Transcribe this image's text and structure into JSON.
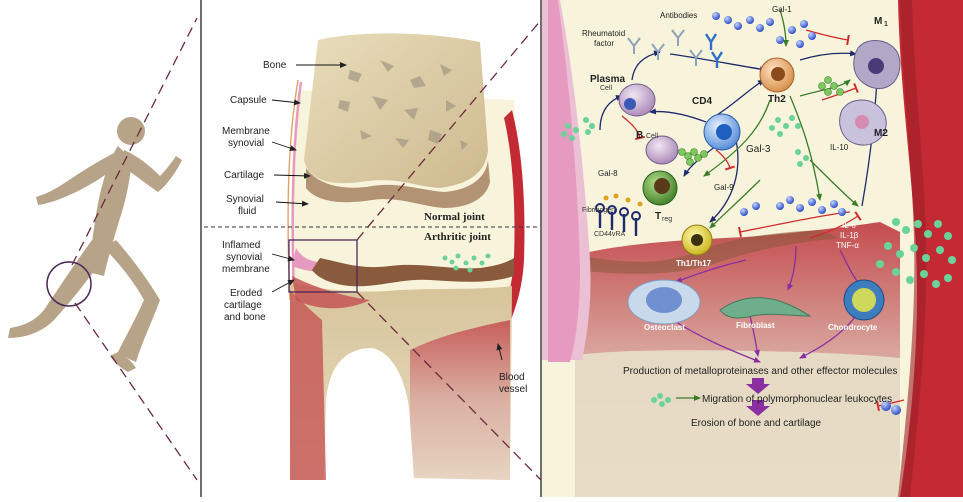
{
  "colors": {
    "bone": "#e0d2ab",
    "bone_shadow": "#c9b68a",
    "synovial_fluid": "#f8f4dc",
    "inflamed": "#b5333b",
    "vessel": "#c42a33",
    "cartilage": "#b29373",
    "membrane_pink": "#e79ac0",
    "arrow_blue": "#1f2a6e",
    "arrow_green": "#3a7d2a",
    "arrow_red": "#d22b2b",
    "arrow_purple": "#8a2fa1",
    "galectin": "#2f4fc7",
    "figure": "#b7a488"
  },
  "middle": {
    "labels": {
      "bone": "Bone",
      "capsule": "Capsule",
      "membrane": [
        "Membrane",
        "synovial"
      ],
      "cartilage": "Cartilage",
      "fluid": [
        "Synovial",
        "fluid"
      ],
      "inflamed": [
        "Inflamed",
        "synovial",
        "membrane"
      ],
      "eroded": [
        "Eroded",
        "cartilage",
        "and bone"
      ],
      "vessel": [
        "Blood",
        "vessel"
      ],
      "normal": "Normal joint",
      "arthritic": "Arthritic joint"
    }
  },
  "right": {
    "labels": {
      "antibodies": "Antibodies",
      "gal1": "Gal-1",
      "rf": [
        "Rheumatoid",
        "factor"
      ],
      "plasma": "Plasma",
      "plasma_sub": "Cell",
      "th2": "Th2",
      "m1": "M",
      "m1_sub": "1",
      "cd4": "CD4",
      "bcell": "B",
      "bcell_sub": "Cell",
      "gal3": "Gal-3",
      "il10": "IL-10",
      "m2": "M2",
      "gal8": "Gal-8",
      "fibrinogen": "Fibrinogen",
      "cd44": "CD44vRA",
      "treg": "T",
      "treg_sub": "reg",
      "gal9": "Gal-9",
      "th1": "Th1/Th17",
      "cytokines": [
        "IL-6",
        "IL-1β",
        "TNF-α"
      ],
      "osteoclast": "Osteoclast",
      "fibroblast": "Fibroblast",
      "chondrocyte": "Chondrocyte",
      "outcome1": "Production of metalloproteinases and other effector molecules",
      "outcome2": "Migration of polymorphonuclear leukocytes",
      "outcome3": "Erosion of bone and cartilage"
    }
  }
}
